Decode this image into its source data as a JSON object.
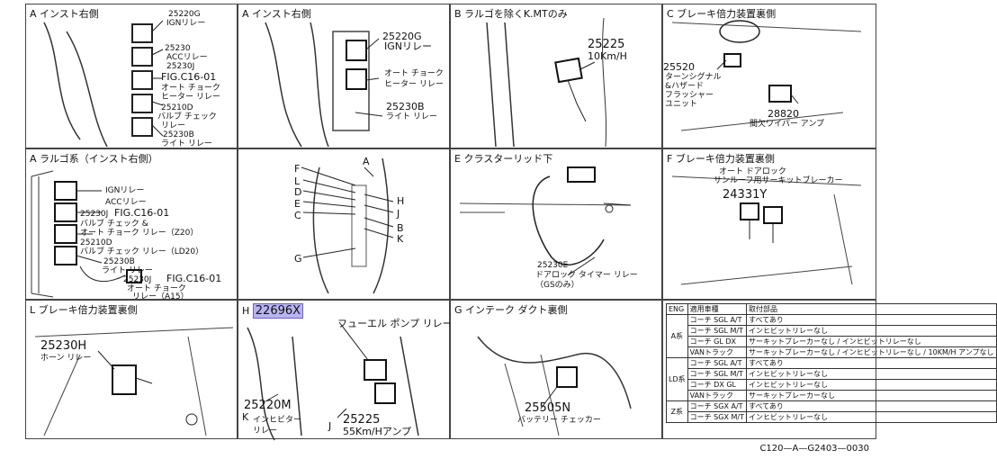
{
  "panels": {
    "p1": {
      "title": "A インスト右側",
      "labels": [
        "25220G",
        "IGNリレー",
        "25230",
        "ACCリレー",
        "25230J",
        "FIG.C16-01",
        "オート チョーク",
        "ヒーター リレー",
        "25210D",
        "バルブ チェック",
        "リレー",
        "25230B",
        "ライト リレー"
      ]
    },
    "p2": {
      "title": "A インスト右側",
      "labels": [
        "25220G",
        "IGNリレー",
        "オート チョーク",
        "ヒーター リレー",
        "25230B",
        "ライト リレー"
      ]
    },
    "p3": {
      "title": "B ラルゴを除くK.MTのみ",
      "labels": [
        "25225",
        "10Km/H"
      ]
    },
    "p4": {
      "title": "C ブレーキ倍力装置裏側",
      "labels": [
        "25520",
        "ターンシグナル",
        "&ハザード",
        "フラッシャー",
        "ユニット",
        "28820",
        "間欠ワイパー アンプ"
      ]
    },
    "p5": {
      "title": "A ラルゴ系（インスト右側）",
      "labels": [
        "IGNリレー",
        "ACCリレー",
        "25230J",
        "FIG.C16-01",
        "バルブ チェック &",
        "オート チョーク リレー（Z20）",
        "25210D",
        "バルブ チェック リレー（LD20）",
        "25230B",
        "ライト リレー",
        "25230J",
        "FIG.C16-01",
        "オート チョーク",
        "リレー（A15）"
      ]
    },
    "p6": {
      "title": "",
      "labels": [
        "F",
        "A",
        "L",
        "D",
        "H",
        "E",
        "J",
        "C",
        "B",
        "K",
        "G"
      ]
    },
    "p7": {
      "title": "E クラスターリッド下",
      "labels": [
        "25230E",
        "ドアロック タイマー リレー",
        "（GSのみ）"
      ]
    },
    "p8": {
      "title": "F ブレーキ倍力装置裏側",
      "labels": [
        "オート ドアロック",
        "サンルーフ用サーキットブレーカー",
        "24331Y"
      ]
    },
    "p9": {
      "title": "L ブレーキ倍力装置裏側",
      "labels": [
        "25230H",
        "ホーン リレー"
      ]
    },
    "p10": {
      "title_prefix": "H",
      "title_code": "22696X",
      "subtitle": "フューエル ポンプ リレー",
      "labels": [
        "K",
        "25220M",
        "インヒビター",
        "リレー",
        "J",
        "25225",
        "55Km/Hアンプ"
      ]
    },
    "p11": {
      "title": "G インテーク ダクト裏側",
      "labels": [
        "25505N",
        "バッテリー チェッカー"
      ]
    }
  },
  "table": {
    "headers": [
      "ENG",
      "適用車種",
      "取付部品"
    ],
    "groups": [
      {
        "name": "A系",
        "rows": [
          [
            "コーチ SGL A/T",
            "すべてあり"
          ],
          [
            "コーチ SGL M/T",
            "インヒビットリレーなし"
          ],
          [
            "コーチ GL DX",
            "サーキットブレーカーなし / インヒビットリレーなし"
          ],
          [
            "VANトラック",
            "サーキットブレーカーなし / インヒビットリレーなし / 10KM/H アンプなし"
          ]
        ]
      },
      {
        "name": "LD系",
        "rows": [
          [
            "コーチ SGL A/T",
            "すべてあり"
          ],
          [
            "コーチ SGL M/T",
            "インヒビットリレーなし"
          ],
          [
            "コーチ DX GL",
            "インヒビットリレーなし"
          ],
          [
            "VANトラック",
            "サーキットブレーカーなし"
          ]
        ]
      },
      {
        "name": "Z系",
        "rows": [
          [
            "コーチ SGX A/T",
            "すべてあり"
          ],
          [
            "コーチ SGX M/T",
            "インヒビットリレーなし"
          ]
        ]
      }
    ]
  },
  "footer": "C120—A—G2403—0030"
}
